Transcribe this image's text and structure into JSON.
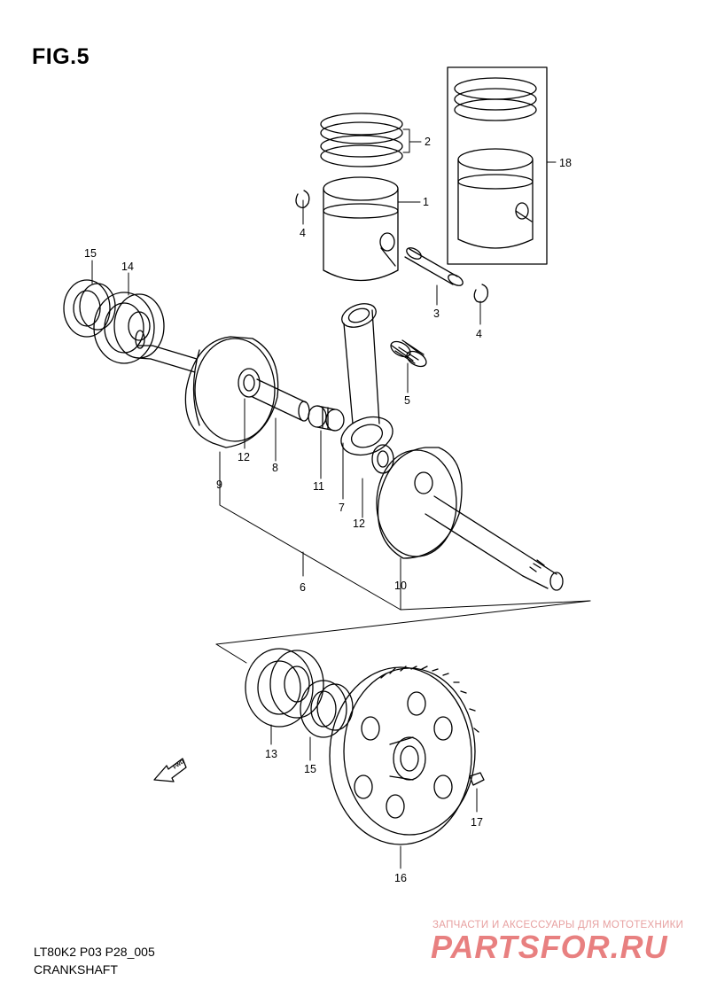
{
  "header": {
    "figure_title": "FIG.5"
  },
  "footer": {
    "model_code": "LT80K2 P03 P28_005",
    "section_name": "CRANKSHAFT"
  },
  "watermark": {
    "tagline": "ЗАПЧАСТИ И АКСЕССУАРЫ ДЛЯ МОТОТЕХНИКИ",
    "brand": "PARTSFOR.RU"
  },
  "direction_marker": {
    "label": "FWD"
  },
  "callouts": {
    "c1": "1",
    "c2": "2",
    "c3": "3",
    "c4a": "4",
    "c4b": "4",
    "c5": "5",
    "c6": "6",
    "c7": "7",
    "c8": "8",
    "c9": "9",
    "c10": "10",
    "c11": "11",
    "c12a": "12",
    "c12b": "12",
    "c13": "13",
    "c14": "14",
    "c15a": "15",
    "c15b": "15",
    "c16": "16",
    "c17": "17",
    "c18": "18"
  },
  "colors": {
    "line": "#000000",
    "background": "#ffffff",
    "watermark": "#e56b6b"
  }
}
